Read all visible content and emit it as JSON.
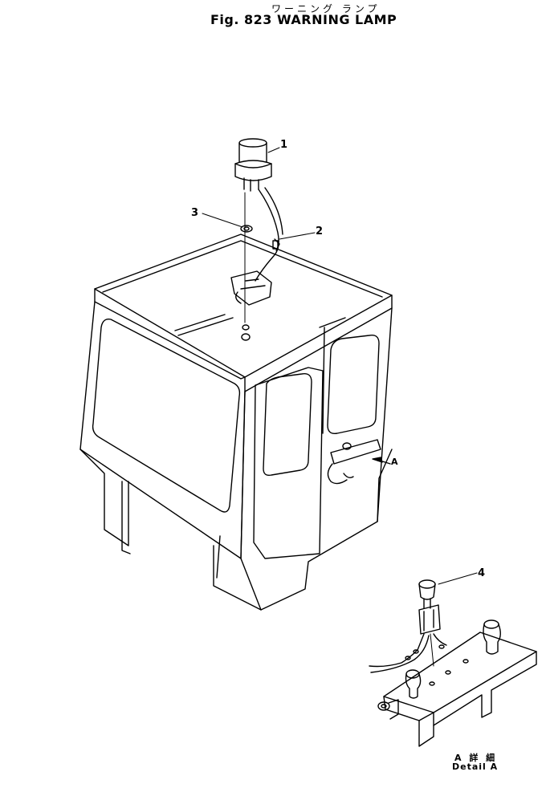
{
  "header": {
    "title_jp": "ワーニング ランプ",
    "title_en": "Fig. 823  WARNING  LAMP"
  },
  "callouts": {
    "c1": "1",
    "c2": "2",
    "c3": "3",
    "c4": "4"
  },
  "view_arrow_label": "A",
  "detail": {
    "label_jp": "A 詳 細",
    "label_en": "Detail A"
  },
  "colors": {
    "line": "#000000",
    "background": "#ffffff"
  }
}
